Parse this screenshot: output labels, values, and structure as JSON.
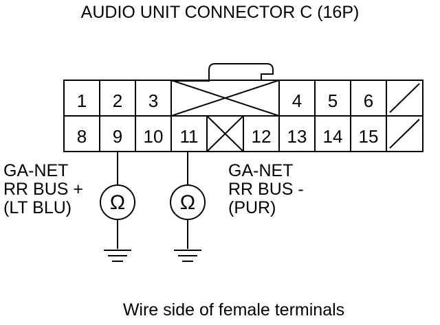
{
  "title": "AUDIO UNIT CONNECTOR C (16P)",
  "caption": "Wire side of female terminals",
  "connector": {
    "row1": [
      "1",
      "2",
      "3",
      "",
      "",
      "4",
      "5",
      "6",
      ""
    ],
    "row2": [
      "8",
      "9",
      "10",
      "11",
      "",
      "12",
      "13",
      "14",
      "15",
      ""
    ]
  },
  "wires": [
    {
      "line1": "GA-NET",
      "line2": "RR BUS +",
      "line3": "(LT BLU)",
      "pin": "9",
      "symbol": "Ω"
    },
    {
      "line1": "GA-NET",
      "line2": "RR BUS -",
      "line3": "(PUR)",
      "pin": "11",
      "symbol": "Ω"
    }
  ],
  "icons": {
    "ohmmeter": "ohmmeter-icon",
    "ground": "ground-icon"
  }
}
